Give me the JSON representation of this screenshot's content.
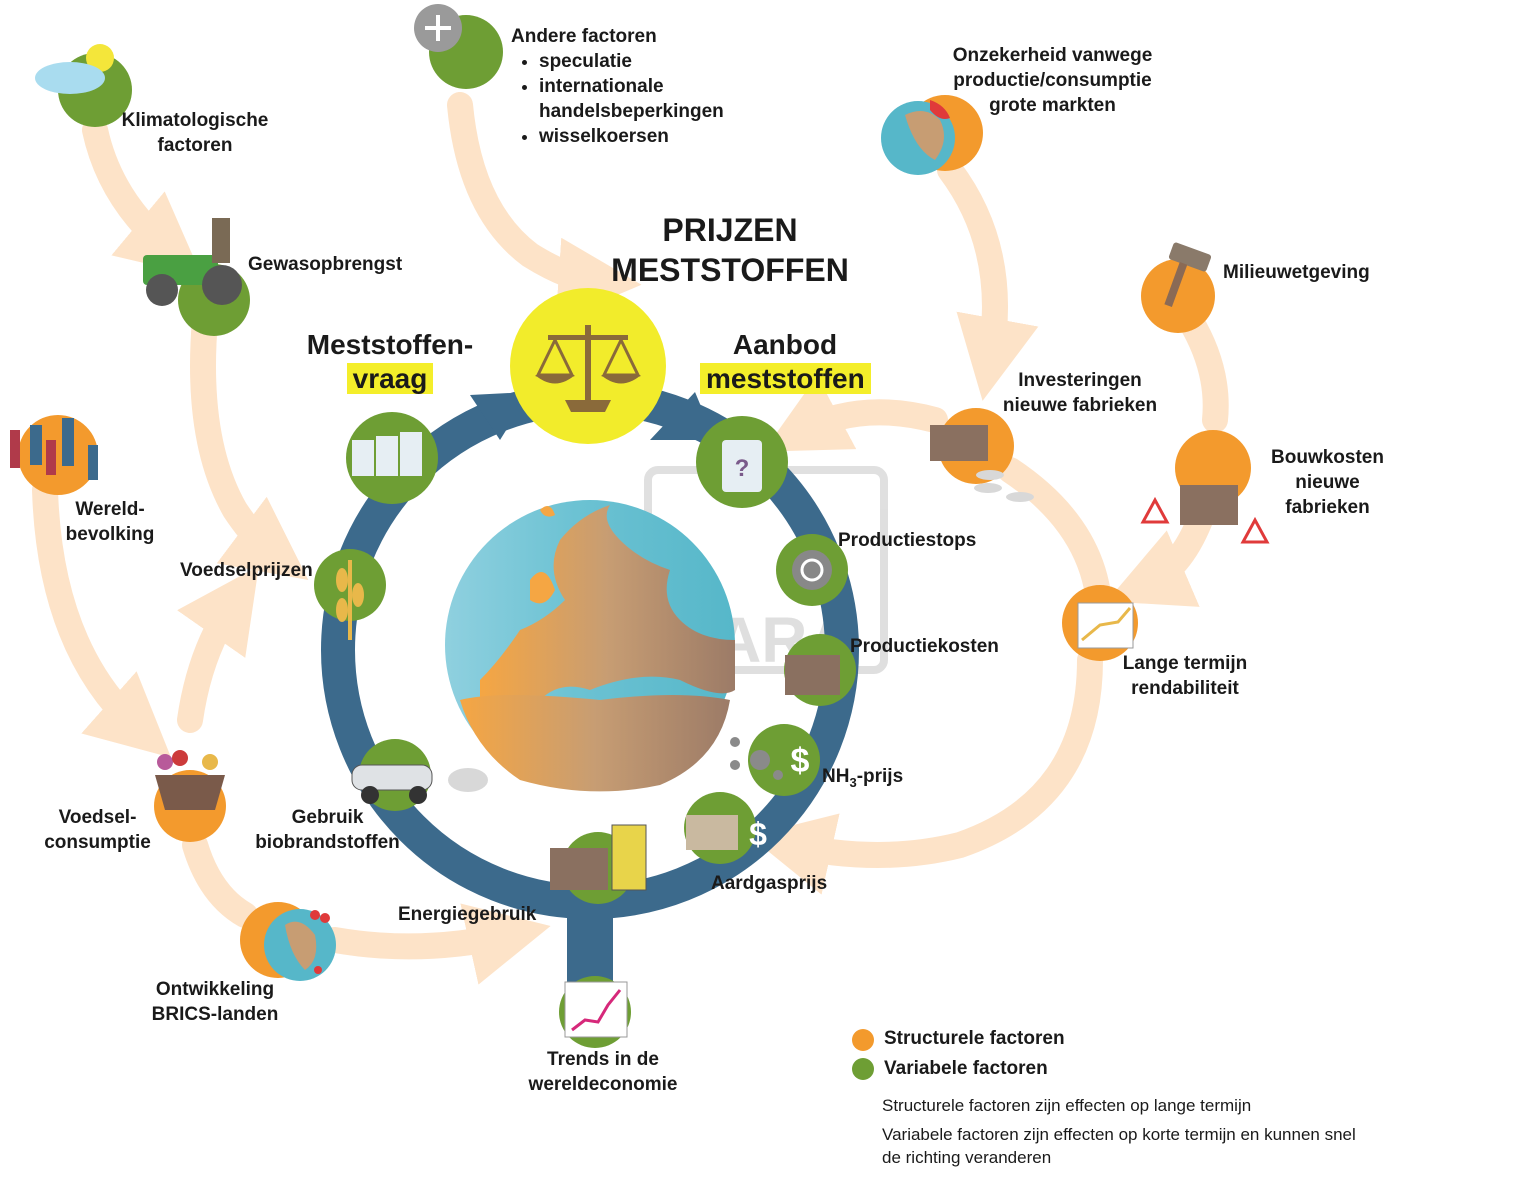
{
  "title": {
    "line1": "PRIJZEN",
    "line2": "MESTSTOFFEN"
  },
  "demand": {
    "line1": "Meststoffen-",
    "line2": "vraag"
  },
  "supply": {
    "line1": "Aanbod",
    "line2": "meststoffen"
  },
  "nodes": {
    "climate": "Klimatologische factoren",
    "crop_yield": "Gewasopbrengst",
    "world_population": "Wereld- bevolking",
    "food_prices": "Voedselprijzen",
    "food_consumption": "Voedsel- consumptie",
    "brics": "Ontwikkeling BRICS-landen",
    "energy_use": "Energiegebruik",
    "economy_trends": "Trends in de wereldeconomie",
    "biofuels": "Gebruik biobrandstoffen",
    "other_factors": {
      "title": "Andere factoren",
      "items": [
        "speculatie",
        "internationale handelsbeperkingen",
        "wisselkoersen"
      ]
    },
    "uncertainty": "Onzekerheid vanwege productie/consumptie grote markten",
    "environment_law": "Milieuwetgeving",
    "investments": "Investeringen nieuwe fabrieken",
    "construction_costs": "Bouwkosten nieuwe fabrieken",
    "production_stops": "Productiestops",
    "production_costs": "Productiekosten",
    "long_term": "Lange termijn rendabiliteit",
    "nh3_main": "NH",
    "nh3_sub": "3",
    "nh3_rest": "-prijs",
    "gas_price": "Aardgasprijs"
  },
  "legend": {
    "structural": "Structurele factoren",
    "variable": "Variabele factoren",
    "note1": "Structurele factoren zijn effecten op lange termijn",
    "note2a": "Variabele factoren zijn effecten op korte termijn en kunnen snel",
    "note2b": "de richting veranderen"
  },
  "colors": {
    "structural": "#f39a2d",
    "variable": "#6e9e34",
    "arrow": "#fde3c8",
    "ring": "#3c6a8c",
    "balance": "#f2ec2b"
  },
  "icons": [
    "cloud-sun-icon",
    "tractor-farmer-icon",
    "people-icon",
    "wheat-dollar-icon",
    "basket-icon",
    "globe-icon",
    "factory-icon",
    "trend-chart-icon",
    "car-icon",
    "plus-icon",
    "globe-icon",
    "hammer-icon",
    "factory-coins-icon",
    "factory-warning-icon",
    "power-icon",
    "factory-dollar-icon",
    "profit-chart-icon",
    "molecule-dollar-icon",
    "gas-storage-icon",
    "balance-scale-icon",
    "fertilizer-bags-icon",
    "question-bag-icon"
  ]
}
